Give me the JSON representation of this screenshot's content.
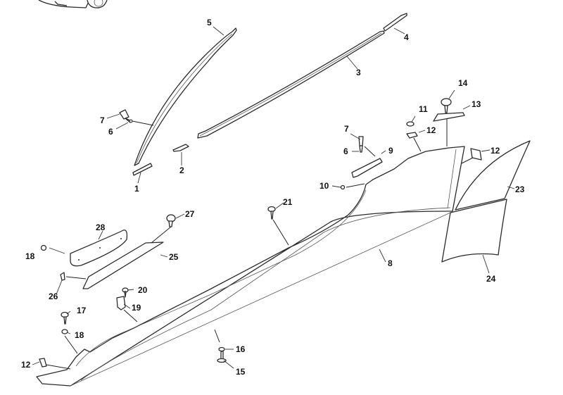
{
  "diagram": {
    "type": "exploded-parts-diagram",
    "subject": "side sill / rocker panel trim assembly",
    "callouts": [
      {
        "id": "c1",
        "label": "1"
      },
      {
        "id": "c2",
        "label": "2"
      },
      {
        "id": "c3",
        "label": "3"
      },
      {
        "id": "c4",
        "label": "4"
      },
      {
        "id": "c5",
        "label": "5"
      },
      {
        "id": "c6a",
        "label": "6"
      },
      {
        "id": "c7a",
        "label": "7"
      },
      {
        "id": "c6b",
        "label": "6"
      },
      {
        "id": "c7b",
        "label": "7"
      },
      {
        "id": "c8",
        "label": "8"
      },
      {
        "id": "c9",
        "label": "9"
      },
      {
        "id": "c10",
        "label": "10"
      },
      {
        "id": "c11",
        "label": "11"
      },
      {
        "id": "c12a",
        "label": "12"
      },
      {
        "id": "c12b",
        "label": "12"
      },
      {
        "id": "c12c",
        "label": "12"
      },
      {
        "id": "c13",
        "label": "13"
      },
      {
        "id": "c14",
        "label": "14"
      },
      {
        "id": "c15",
        "label": "15"
      },
      {
        "id": "c16",
        "label": "16"
      },
      {
        "id": "c17",
        "label": "17"
      },
      {
        "id": "c18a",
        "label": "18"
      },
      {
        "id": "c18b",
        "label": "18"
      },
      {
        "id": "c19",
        "label": "19"
      },
      {
        "id": "c20",
        "label": "20"
      },
      {
        "id": "c21",
        "label": "21"
      },
      {
        "id": "c23",
        "label": "23"
      },
      {
        "id": "c24",
        "label": "24"
      },
      {
        "id": "c25",
        "label": "25"
      },
      {
        "id": "c26",
        "label": "26"
      },
      {
        "id": "c27",
        "label": "27"
      },
      {
        "id": "c28",
        "label": "28"
      }
    ]
  }
}
